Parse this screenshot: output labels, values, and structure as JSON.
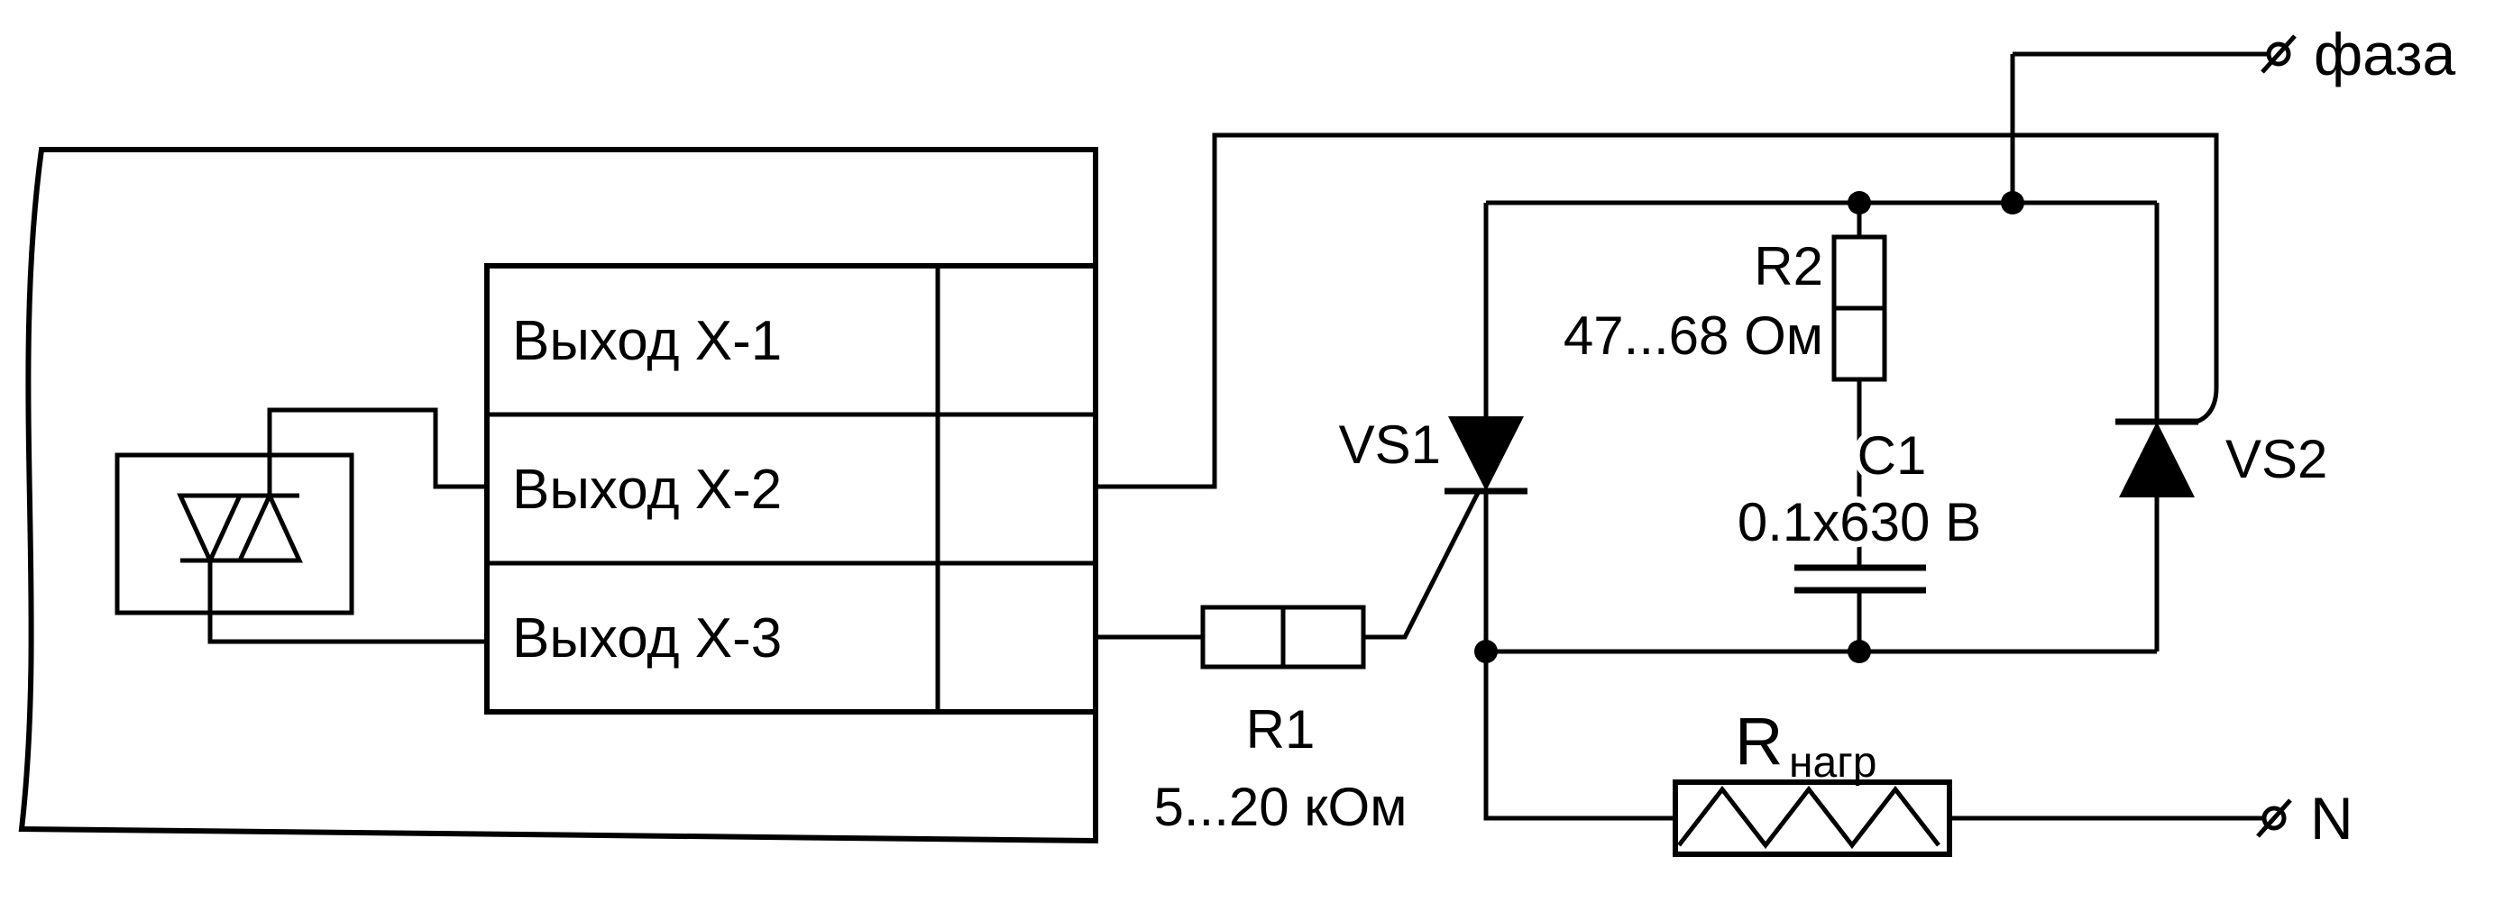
{
  "colors": {
    "line": "#000000",
    "background": "#ffffff"
  },
  "device": {
    "outputs": [
      "Выход Х-1",
      "Выход Х-2",
      "Выход Х-3"
    ]
  },
  "components": {
    "r1": {
      "label": "R1",
      "value": "5...20 кОм"
    },
    "r2": {
      "label": "R2",
      "value": "47...68 Ом"
    },
    "c1": {
      "label": "C1",
      "value": "0.1х630 В"
    },
    "vs1": {
      "label": "VS1"
    },
    "vs2": {
      "label": "VS2"
    },
    "load": {
      "label": "R",
      "subscript": "нагр"
    }
  },
  "terminals": {
    "phase": {
      "label": "фаза",
      "icon": "circle-slash-terminal"
    },
    "neutral": {
      "label": "N",
      "icon": "circle-slash-terminal"
    }
  }
}
